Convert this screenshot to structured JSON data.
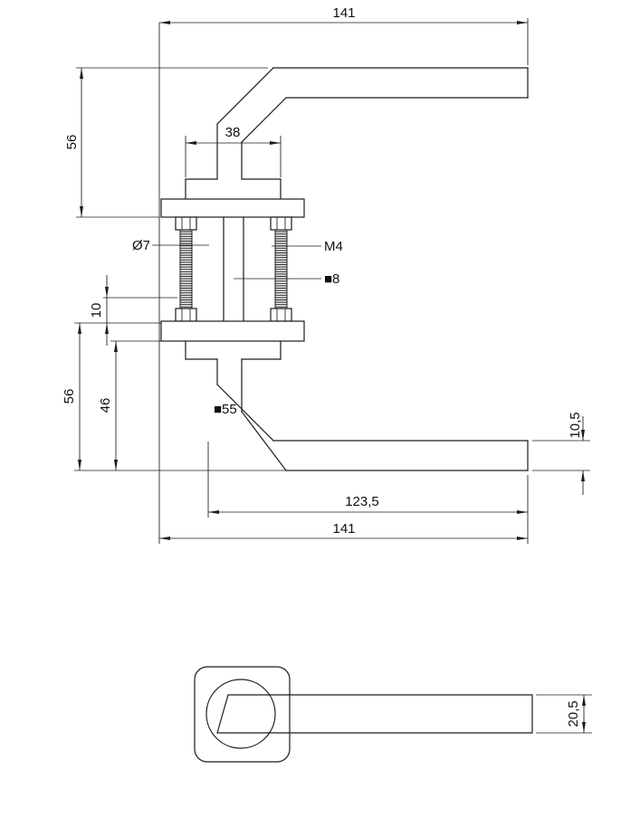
{
  "page": {
    "background": "#ffffff",
    "line_color": "#1c1c1c"
  },
  "side_view": {
    "dim_total_length_top": "141",
    "dim_backset_height_top": "56",
    "dim_neck_width": "38",
    "dim_hole_diameter": "Ø7",
    "dim_thread": "M4",
    "dim_spindle": "■8",
    "dim_rose_height": "10",
    "dim_backset_height_bottom": "56",
    "dim_neck_height": "46",
    "dim_rose_size": "■55",
    "dim_grip_thickness": "10,5",
    "dim_grip_length": "123,5",
    "dim_total_length_bottom": "141"
  },
  "front_view": {
    "dim_grip_height": "20,5"
  }
}
